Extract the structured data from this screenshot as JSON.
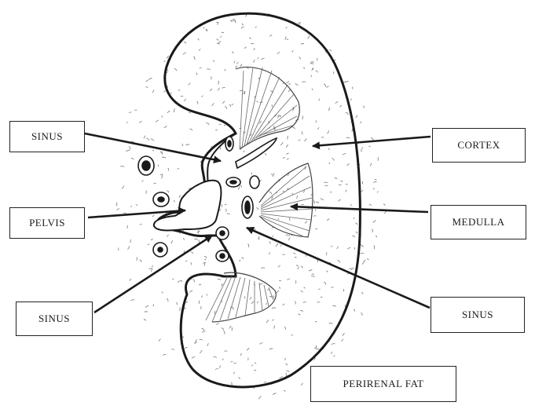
{
  "labels": {
    "sinus_upper_left": "SINUS",
    "pelvis": "PELVIS",
    "sinus_lower_left": "SINUS",
    "cortex": "CORTEX",
    "medulla": "MEDULLA",
    "sinus_lower_right": "SINUS",
    "perirenal_fat": "PERIRENAL FAT"
  },
  "colors": {
    "ink": "#1a1a1a",
    "stipple": "#555555",
    "background": "#ffffff"
  }
}
